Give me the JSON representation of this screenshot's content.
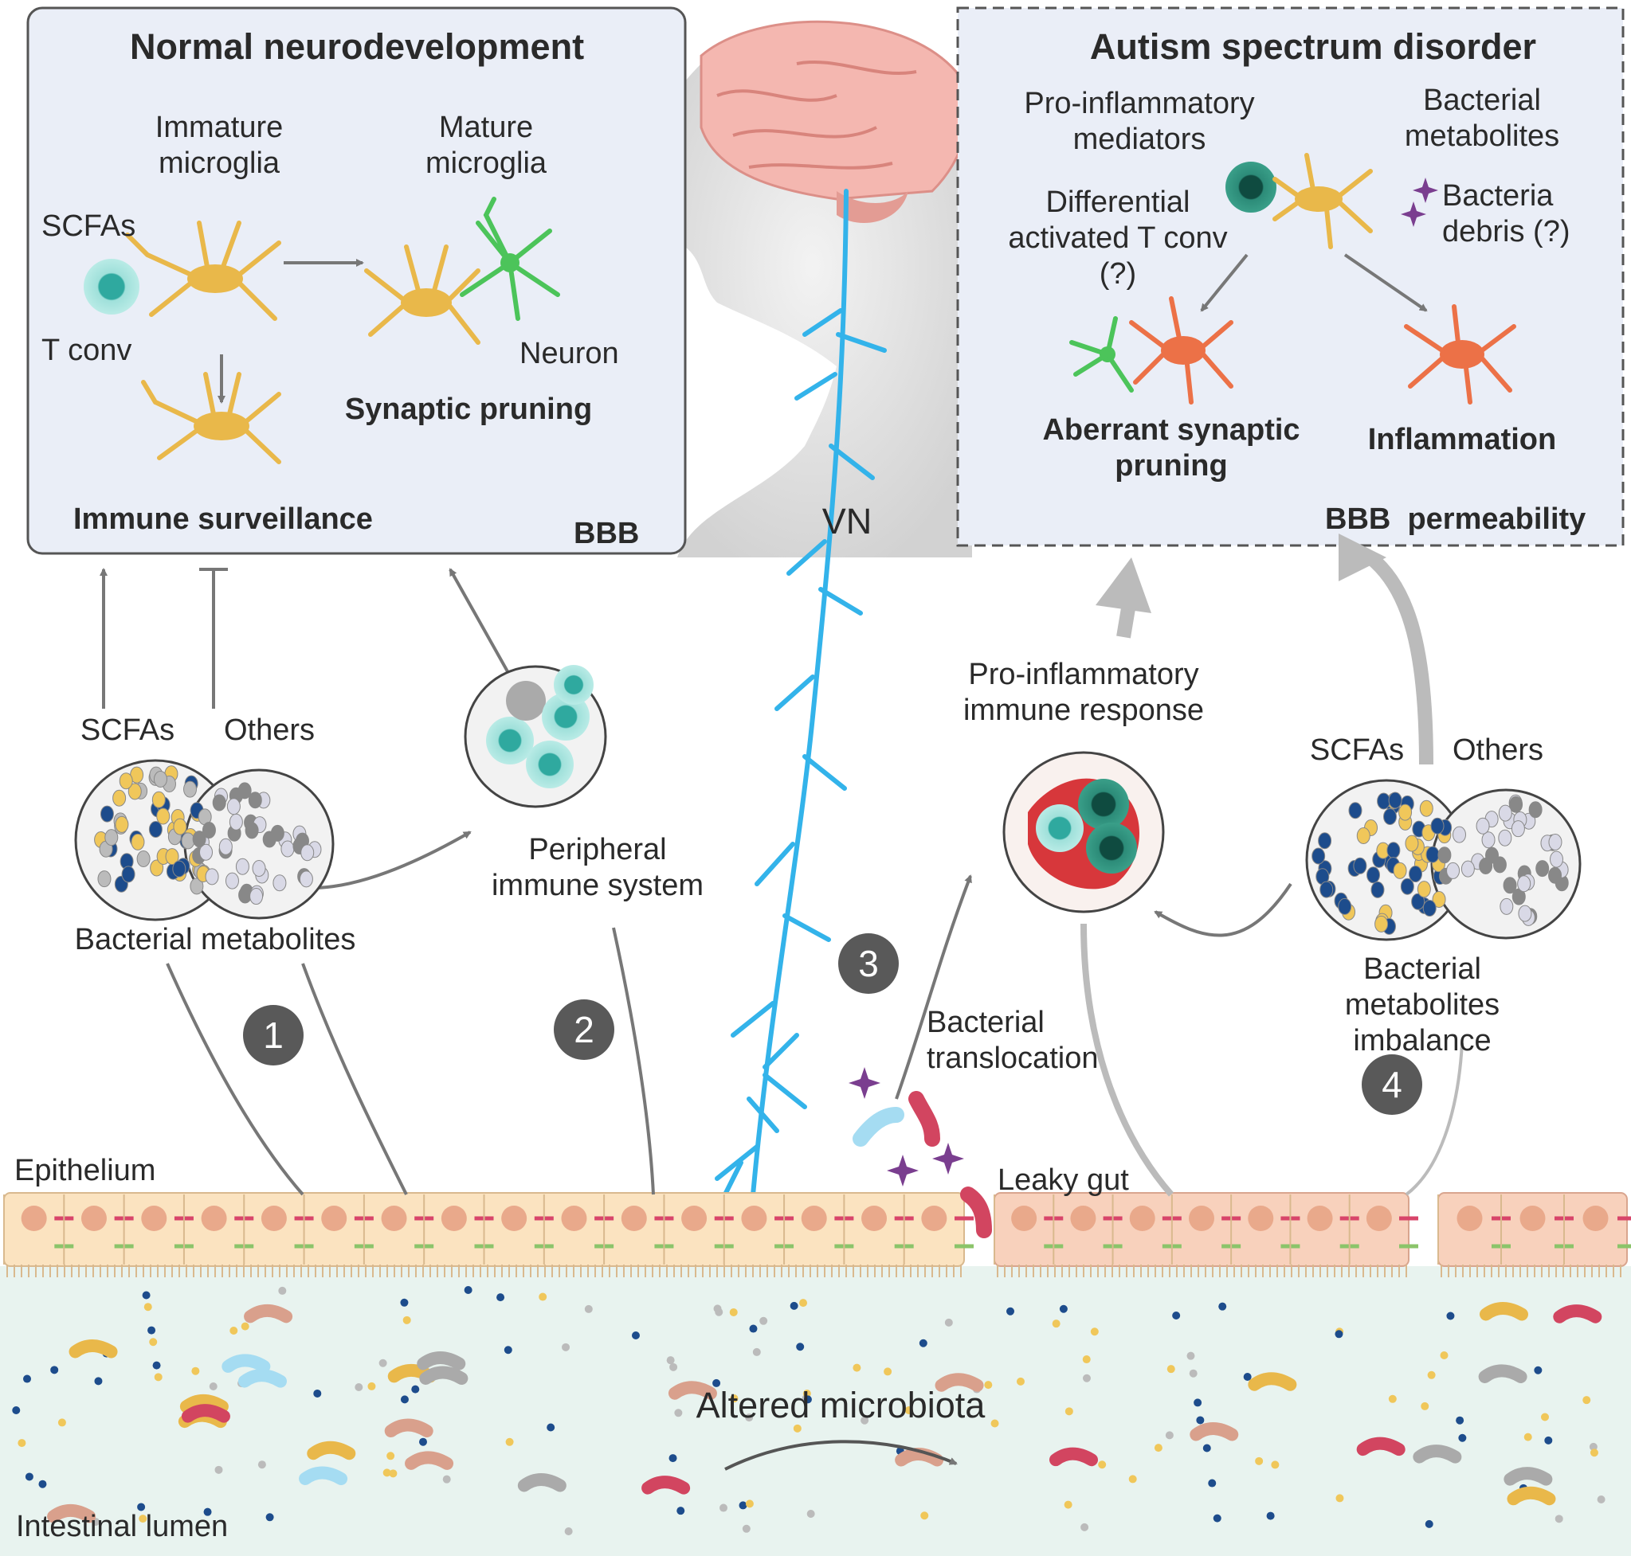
{
  "left_panel": {
    "title": "Normal neurodevelopment",
    "immature_microglia": "Immature\nmicroglia",
    "mature_microglia": "Mature\nmicroglia",
    "scfas": "SCFAs",
    "t_conv": "T conv",
    "neuron": "Neuron",
    "synaptic_pruning": "Synaptic pruning",
    "immune_surveillance": "Immune surveillance",
    "bbb": "BBB"
  },
  "right_panel": {
    "title": "Autism spectrum disorder",
    "pro_inflammatory_mediators": "Pro-inflammatory\nmediators",
    "bacterial_metabolites": "Bacterial\nmetabolites",
    "differential_t_conv": "Differential\nactivated T conv\n(?)",
    "bacteria_debris": "Bacteria\ndebris (?)",
    "aberrant_pruning": "Aberrant synaptic\npruning",
    "inflammation": "Inflammation",
    "bbb_permeability": "BBB  permeability"
  },
  "center": {
    "vn": "VN"
  },
  "left_gut": {
    "scfas": "SCFAs",
    "others": "Others",
    "bacterial_metabolites": "Bacterial metabolites",
    "peripheral_immune": "Peripheral\nimmune system"
  },
  "right_gut": {
    "pro_inflammatory_response": "Pro-inflammatory\nimmune response",
    "scfas": "SCFAs",
    "others": "Others",
    "metabolites_imbalance": "Bacterial metabolites\nimbalance",
    "bacterial_translocation": "Bacterial\ntranslocation",
    "leaky_gut": "Leaky gut"
  },
  "bottom": {
    "epithelium": "Epithelium",
    "altered_microbiota": "Altered microbiota",
    "intestinal_lumen": "Intestinal lumen"
  },
  "steps": [
    "1",
    "2",
    "3",
    "4"
  ],
  "colors": {
    "panel_bg": "#eaeef7",
    "microglia": "#e9b84a",
    "neuron": "#4cc45a",
    "activated_microglia": "#ec7147",
    "vagus_nerve": "#33b3ea",
    "epithelium": "#fbe3c0",
    "leaky_epithelium": "#f8d1bc",
    "lumen": "#e8f3ef",
    "t_cell": "#7fd3cf",
    "arrow": "#777777"
  }
}
